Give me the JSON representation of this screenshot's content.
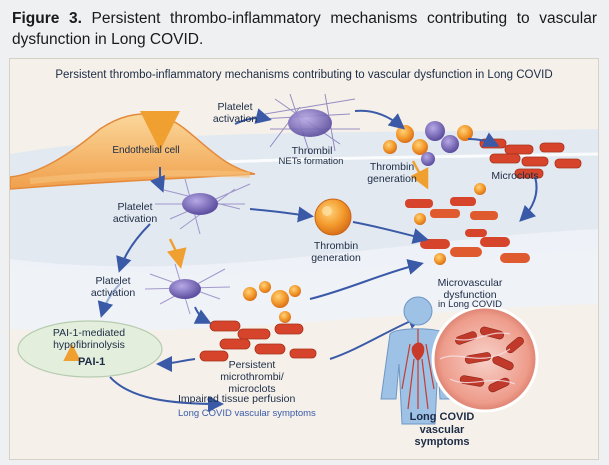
{
  "caption": {
    "figure_label": "Figure 3.",
    "text": " Persistent thrombo-inflammatory mechanisms contributing to vascular dysfunction in Long COVID."
  },
  "diagram": {
    "title": "Persistent thrombo-inflammatory mechanisms contributing to vascular dysfunction in Long COVID",
    "labels": {
      "endothelial_cell": "Endothelial cell",
      "platelet_activation_top": "Platelet activation",
      "thrombil": "Thrombil",
      "nets_formation": "NETs formation",
      "thrombin_generation_top": "Thrombin generation",
      "microclots": "Microclots",
      "platelet_activation_mid": "Platelet activation",
      "thrombin_generation_mid": "Thrombin generation",
      "platelet_activation_low": "Platelet activation",
      "microvascular_dysfunction": "Microvascular dysfunction",
      "in_long_covid": "in Long COVID",
      "pai1_mediated": "PAI-1-mediated hypofibrinolysis",
      "pai1": "PAI-1",
      "persistent": "Persistent microthrombi/ microclots",
      "impaired": "Impaired tissue perfusion",
      "symptoms_small": "Long COVID vascular symptoms",
      "long_covid_symptoms": "Long COVID vascular symptoms"
    }
  },
  "colors": {
    "navy": "#1c2b45",
    "arrow": "#3a5aa8",
    "clot_red": "#d6452b",
    "thrombin_orange": "#ef8c23",
    "platelet_purple": "#7b6ab8",
    "endothelium": "#f3b86a",
    "pai_green": "#e3efdc"
  }
}
